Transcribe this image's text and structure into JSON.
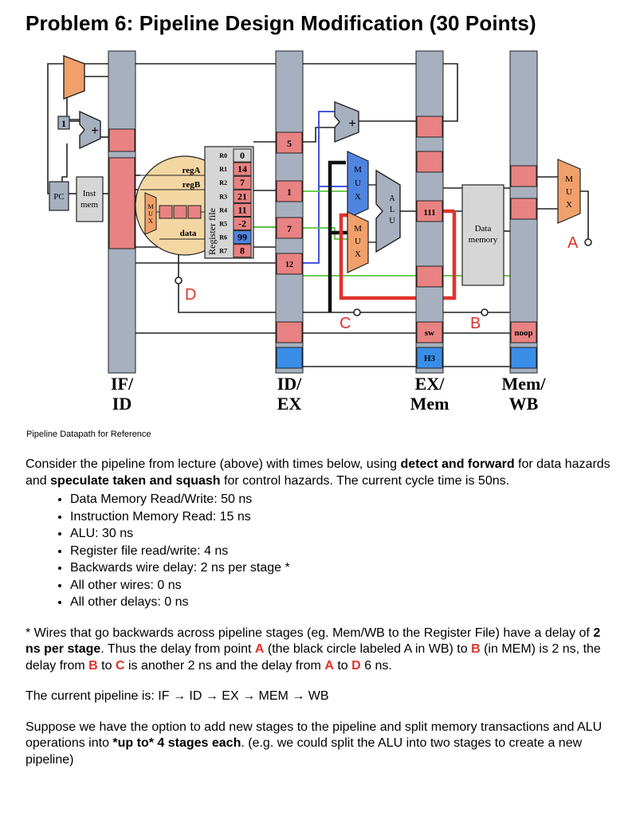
{
  "title": "Problem 6: Pipeline Design Modification (30 Points)",
  "diagram": {
    "pipeline_registers": [
      {
        "line1": "IF/",
        "line2": "ID"
      },
      {
        "line1": "ID/",
        "line2": "EX"
      },
      {
        "line1": "EX/",
        "line2": "Mem"
      },
      {
        "line1": "Mem/",
        "line2": "WB"
      }
    ],
    "blocks": {
      "pc": "PC",
      "inst_mem_line1": "Inst",
      "inst_mem_line2": "mem",
      "data_mem_line1": "Data",
      "data_mem_line2": "memory",
      "register_file": "Register file",
      "mux": "MUX",
      "alu": "ALU",
      "const_one": "1",
      "plus": "+"
    },
    "regfile_ports": {
      "reg_a": "regA",
      "reg_b": "regB",
      "data": "data"
    },
    "registers": [
      {
        "name": "R0",
        "value": "0"
      },
      {
        "name": "R1",
        "value": "14"
      },
      {
        "name": "R2",
        "value": "7"
      },
      {
        "name": "R3",
        "value": "21"
      },
      {
        "name": "R4",
        "value": "11"
      },
      {
        "name": "R5",
        "value": "-2"
      },
      {
        "name": "R6",
        "value": "99"
      },
      {
        "name": "R7",
        "value": "8"
      }
    ],
    "idex_values": [
      "5",
      "1",
      "7",
      "12"
    ],
    "exmem_value": "111",
    "exmem_op": "sw",
    "exmem_tag": "H3",
    "memwb_op": "noop",
    "points": {
      "a": "A",
      "b": "B",
      "c": "C",
      "d": "D"
    },
    "colors": {
      "pipeline_reg": "#a6b0bf",
      "value_cell": "#e98282",
      "adder": "#f0a06a",
      "mux_blue": "#4f84e0",
      "mux_orange": "#f0a06a",
      "alu": "#a6b0bf",
      "forward_red": "#e0322c",
      "wire_green": "#58c43a",
      "wire_blue": "#2b3fd6",
      "label_red": "#e0322c",
      "regfile_bg": "#f3d7a3",
      "stage_tag": "#3a8ee8"
    }
  },
  "caption": "Pipeline Datapath for Reference",
  "intro": {
    "p1": "Consider the pipeline from lecture (above) with times below, using ",
    "b1": "detect and forward",
    "p2": " for data hazards and ",
    "b2": "speculate taken and squash",
    "p3": " for control hazards. The current cycle time is 50ns."
  },
  "bullets": [
    "Data Memory Read/Write: 50 ns",
    "Instruction Memory Read: 15 ns",
    "ALU: 30 ns",
    "Register file read/write: 4 ns",
    "Backwards wire delay: 2 ns per stage *",
    "All other wires: 0 ns",
    "All other delays: 0 ns"
  ],
  "footnote": {
    "s1": "* Wires that go backwards across pipeline stages (eg. Mem/WB to the Register File) have a delay of ",
    "s2": "2 ns per stage",
    "s3": ". Thus the delay from point ",
    "a1": "A",
    "s4": " (the black circle labeled A in WB) to ",
    "b1": "B",
    "s5": " (in MEM) is 2 ns, the delay from ",
    "b2": "B",
    "s6": " to ",
    "c1": "C",
    "s7": " is another 2 ns and the delay from ",
    "a2": "A",
    "s8": " to ",
    "d1": "D",
    "s9": " 6 ns."
  },
  "pipeline_line": "The current pipeline is: IF → ID → EX → MEM → WB",
  "closing": {
    "s1": "Suppose we have the option to add new stages to the pipeline and split memory transactions and ALU operations into ",
    "b1": "*up to* 4 stages each",
    "s2": ". (e.g. we could split the ALU into two stages to create a new pipeline)"
  }
}
